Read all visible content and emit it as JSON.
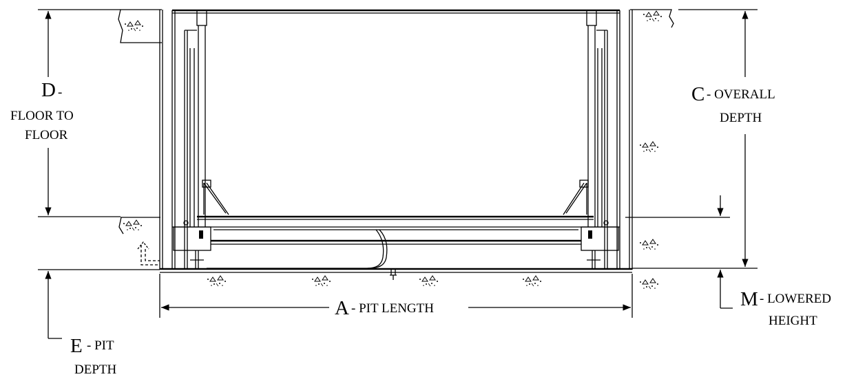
{
  "dimensions": {
    "a": {
      "letter": "A",
      "text": "- PIT LENGTH"
    },
    "c": {
      "letter": "C",
      "line1": "- OVERALL",
      "line2": "DEPTH"
    },
    "d": {
      "letter": "D",
      "dash": "-",
      "line1": "FLOOR TO",
      "line2": "FLOOR"
    },
    "e": {
      "letter": "E",
      "line1": "- PIT",
      "line2": "DEPTH"
    },
    "m": {
      "letter": "M",
      "line1": "- LOWERED",
      "line2": "HEIGHT"
    }
  },
  "colors": {
    "line": "#000000",
    "background": "#ffffff"
  }
}
